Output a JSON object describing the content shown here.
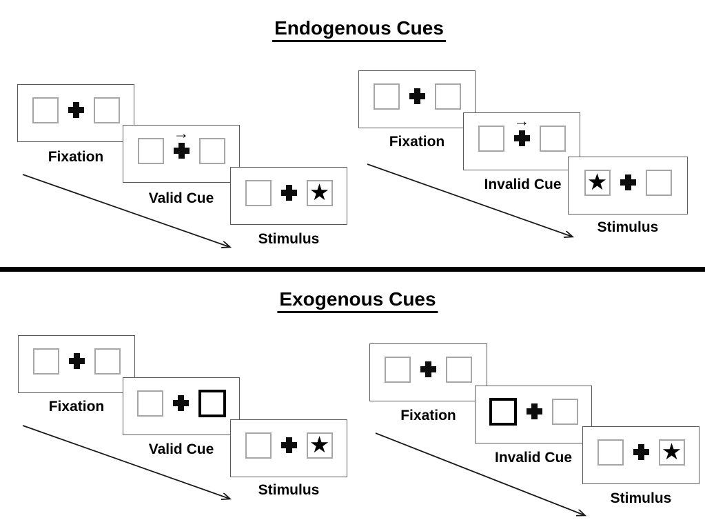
{
  "page": {
    "background": "#ffffff",
    "ink_color": "#000000",
    "square_border_color": "#a6a6a6",
    "screen_border_color": "#595959"
  },
  "glyphs": {
    "star": "★",
    "cue_arrow": "→"
  },
  "sections": [
    {
      "title": "Endogenous Cues",
      "panels": [
        {
          "name": "valid",
          "steps": [
            {
              "label": "Fixation"
            },
            {
              "label": "Valid Cue",
              "cue": "central-arrow-right"
            },
            {
              "label": "Stimulus",
              "star_position": "right"
            }
          ]
        },
        {
          "name": "invalid",
          "steps": [
            {
              "label": "Fixation"
            },
            {
              "label": "Invalid Cue",
              "cue": "central-arrow-right"
            },
            {
              "label": "Stimulus",
              "star_position": "left"
            }
          ]
        }
      ]
    },
    {
      "title": "Exogenous Cues",
      "panels": [
        {
          "name": "valid",
          "steps": [
            {
              "label": "Fixation"
            },
            {
              "label": "Valid Cue",
              "cue": "bold-square-right"
            },
            {
              "label": "Stimulus",
              "star_position": "right"
            }
          ]
        },
        {
          "name": "invalid",
          "steps": [
            {
              "label": "Fixation"
            },
            {
              "label": "Invalid Cue",
              "cue": "bold-square-left"
            },
            {
              "label": "Stimulus",
              "star_position": "right"
            }
          ]
        }
      ]
    }
  ]
}
